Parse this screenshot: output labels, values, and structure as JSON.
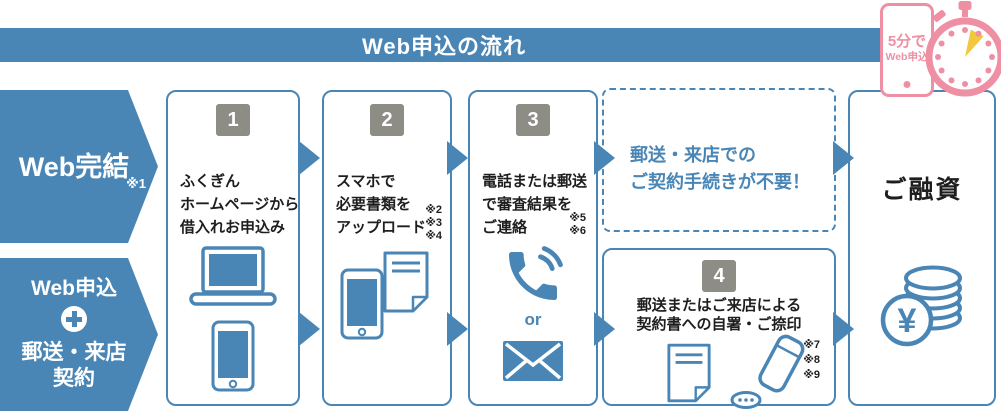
{
  "banner": {
    "title": "Web申込の流れ"
  },
  "timer_badge": {
    "line1": "5分で",
    "line2": "Web申込"
  },
  "left_labels": {
    "web_complete": {
      "title": "Web完結",
      "note": "※1"
    },
    "web_apply": {
      "line1": "Web申込",
      "line2": "郵送・来店",
      "line3": "契約"
    }
  },
  "steps": [
    {
      "number": "1",
      "lines": [
        "ふくぎん",
        "ホームページから",
        "借入れお申込み"
      ],
      "notes": []
    },
    {
      "number": "2",
      "lines": [
        "スマホで",
        "必要書類を",
        "アップロード"
      ],
      "notes": [
        "※2",
        "※3",
        "※4"
      ]
    },
    {
      "number": "3",
      "lines": [
        "電話または郵送",
        "で審査結果を",
        "ご連絡"
      ],
      "notes": [
        "※5",
        "※6"
      ],
      "or_label": "or"
    },
    {
      "number": "4",
      "lines": [
        "郵送またはご来店による",
        "契約書への自署・ご捺印"
      ],
      "notes": [
        "※7",
        "※8",
        "※9"
      ]
    }
  ],
  "highlight_box": {
    "line1": "郵送・来店での",
    "line2": "ご契約手続きが不要！"
  },
  "loan_box": {
    "label": "ご融資",
    "yen_symbol": "¥"
  },
  "colors": {
    "blue": "#4a86b5",
    "pink": "#ef8fa4",
    "yellow": "#f3c83d",
    "badge_gray": "#8d8d86",
    "text": "#1e1e1e"
  }
}
